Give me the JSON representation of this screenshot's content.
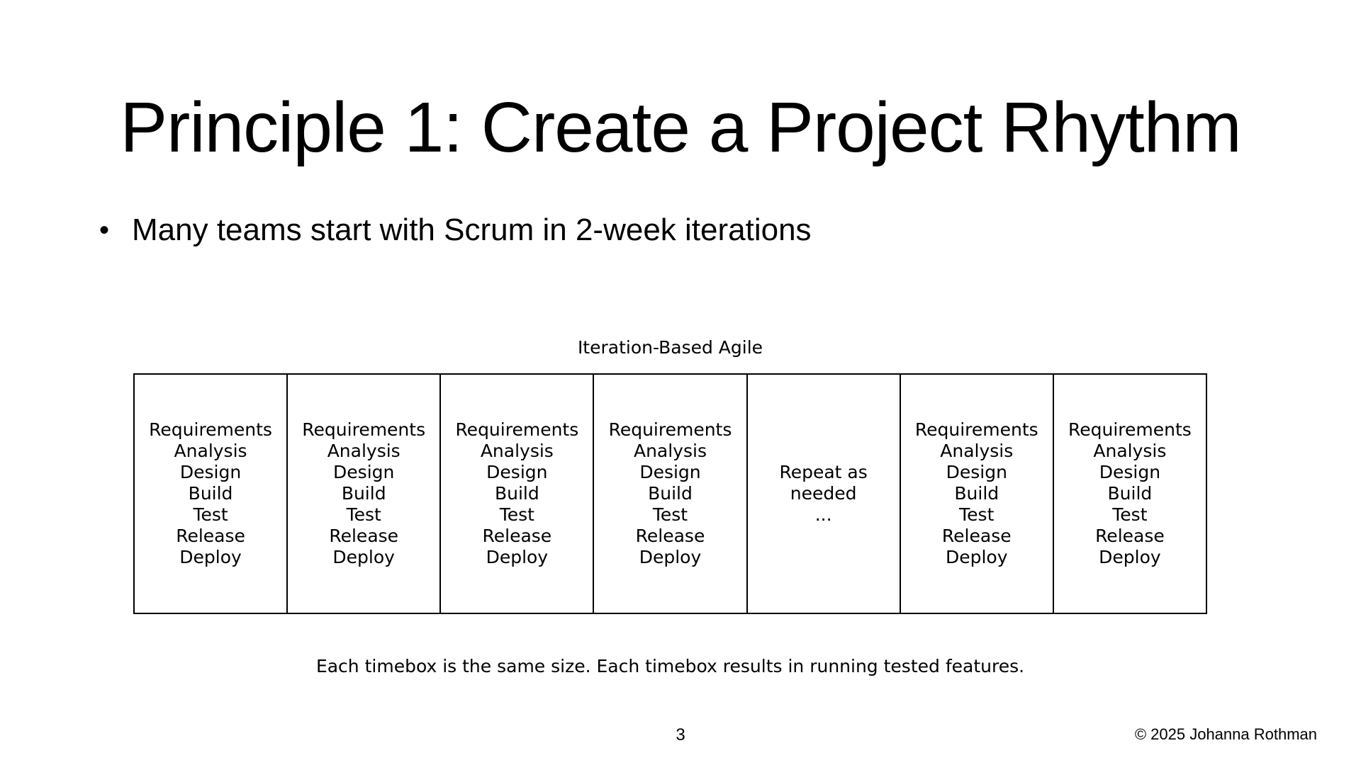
{
  "slide": {
    "title": "Principle 1: Create a Project Rhythm",
    "bullet_marker": "•",
    "bullet_text": "Many teams start with Scrum in 2-week iterations",
    "page_number": "3",
    "copyright": "© 2025 Johanna Rothman"
  },
  "diagram": {
    "label": "Iteration-Based Agile",
    "caption": "Each timebox is the same size. Each timebox results in running tested features.",
    "boxes": [
      {
        "lines": [
          "Requirements",
          "Analysis",
          "Design",
          "Build",
          "Test",
          "Release",
          "Deploy"
        ]
      },
      {
        "lines": [
          "Requirements",
          "Analysis",
          "Design",
          "Build",
          "Test",
          "Release",
          "Deploy"
        ]
      },
      {
        "lines": [
          "Requirements",
          "Analysis",
          "Design",
          "Build",
          "Test",
          "Release",
          "Deploy"
        ]
      },
      {
        "lines": [
          "Requirements",
          "Analysis",
          "Design",
          "Build",
          "Test",
          "Release",
          "Deploy"
        ]
      },
      {
        "lines": [
          "Repeat as",
          "needed",
          "..."
        ]
      },
      {
        "lines": [
          "Requirements",
          "Analysis",
          "Design",
          "Build",
          "Test",
          "Release",
          "Deploy"
        ]
      },
      {
        "lines": [
          "Requirements",
          "Analysis",
          "Design",
          "Build",
          "Test",
          "Release",
          "Deploy"
        ]
      }
    ]
  }
}
